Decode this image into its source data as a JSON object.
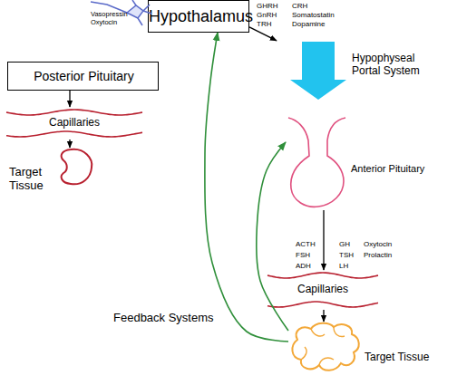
{
  "diagram": {
    "nodes": [
      {
        "text": [
          "Hypothalamus"
        ]
      },
      {
        "text": [
          "Posterior Pituitary"
        ]
      },
      {
        "text": [
          "Capillaries"
        ]
      },
      {
        "text": [
          "Target Tissue"
        ]
      },
      {
        "text": [
          "Anterior Pituitary"
        ]
      },
      {
        "text": [
          "Capillaries"
        ]
      },
      {
        "text": [
          "Target Tissue"
        ]
      }
    ],
    "edges": [
      {
        "from": 1,
        "to": 2,
        "arrow": "to"
      },
      {
        "from": 2,
        "to": 3,
        "arrow": "to"
      },
      {
        "from": 0,
        "to": 4,
        "label": "Hypophyseal Portal System",
        "arrow": "to"
      },
      {
        "from": 4,
        "to": 5,
        "arrow": "to"
      },
      {
        "from": 5,
        "to": 6,
        "arrow": "to"
      },
      {
        "from": 6,
        "to": 0,
        "arrow": "to"
      },
      {
        "from": 6,
        "to": 4,
        "arrow": "to"
      }
    ],
    "labels": [
      "Vasopressin",
      "Oxytocin",
      "GHRH",
      "CRH",
      "GnRH",
      "Somatostatin",
      "TRH",
      "Dopamine",
      "Feedback Systems",
      "ACTH",
      "GH",
      "Oxytocin",
      "FSH",
      "TSH",
      "Prolactin",
      "ADH",
      "LH"
    ]
  }
}
